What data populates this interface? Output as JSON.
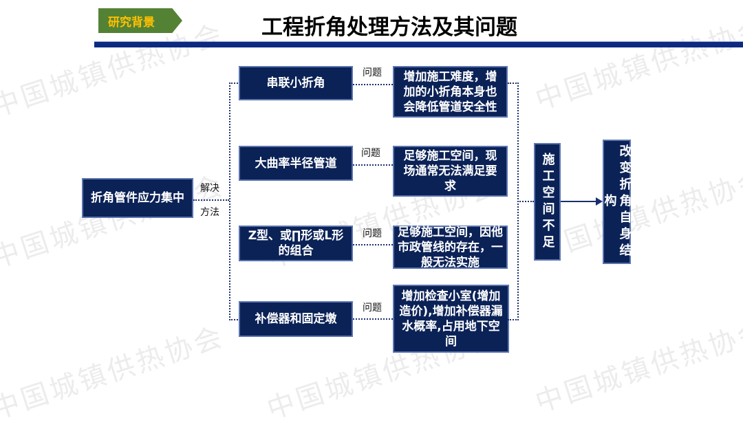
{
  "watermark": "中国城镇供热协会",
  "header": {
    "tag": "研究背景",
    "title": "工程折角处理方法及其问题"
  },
  "root": "折角管件应力集中",
  "solve_label": [
    "解决",
    "方法"
  ],
  "problem_label": "问题",
  "methods": [
    {
      "name": "串联小折角",
      "problem": "增加施工难度，增加的小折角本身也会降低管道安全性"
    },
    {
      "name": "大曲率半径管道",
      "problem": "足够施工空间，现场通常无法满足要求"
    },
    {
      "name": "Z型、或∏形或L形的组合",
      "problem": "足够施工空间，因他市政管线的存在，一般无法实施"
    },
    {
      "name": "补偿器和固定墩",
      "problem": "增加检查小室(增加造价),增加补偿器漏水概率,占用地下空间"
    }
  ],
  "conclusion": "施工空间不足",
  "result": "改变折角自身结构"
}
